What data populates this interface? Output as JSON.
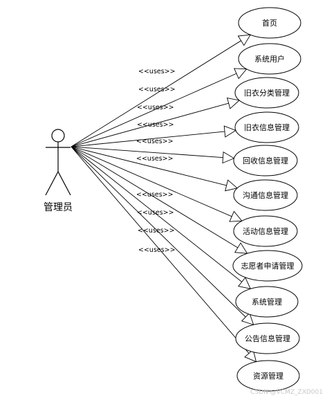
{
  "actor": {
    "label": "管理员"
  },
  "relation_label": "<<uses>>",
  "use_cases": [
    {
      "label": "首页"
    },
    {
      "label": "系统用户"
    },
    {
      "label": "旧衣分类管理"
    },
    {
      "label": "旧衣信息管理"
    },
    {
      "label": "回收信息管理"
    },
    {
      "label": "沟通信息管理"
    },
    {
      "label": "活动信息管理"
    },
    {
      "label": "志愿者申请管理"
    },
    {
      "label": "系统管理"
    },
    {
      "label": "公告信息管理"
    },
    {
      "label": "资源管理"
    }
  ],
  "watermark": "CSDN @VCMZ_ZXD001"
}
